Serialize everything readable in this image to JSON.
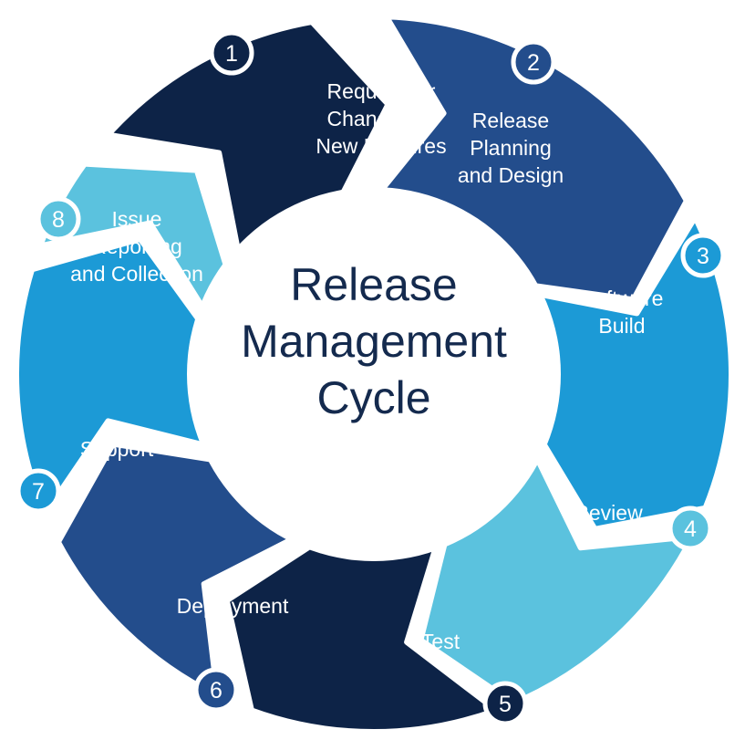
{
  "center": {
    "lines": [
      "Release",
      "Management",
      "Cycle"
    ]
  },
  "steps": [
    {
      "number": "1",
      "lines": [
        "Request for",
        "Changes or",
        "New Features"
      ],
      "color": "#0d2347"
    },
    {
      "number": "2",
      "lines": [
        "Release",
        "Planning",
        "and Design"
      ],
      "color": "#234d8c"
    },
    {
      "number": "3",
      "lines": [
        "Software",
        "Build"
      ],
      "color": "#1c9ad6"
    },
    {
      "number": "4",
      "lines": [
        "Review"
      ],
      "color": "#5bc2de"
    },
    {
      "number": "5",
      "lines": [
        "Test"
      ],
      "color": "#0d2347"
    },
    {
      "number": "6",
      "lines": [
        "Deployment"
      ],
      "color": "#234d8c"
    },
    {
      "number": "7",
      "lines": [
        "Support"
      ],
      "color": "#1c9ad6"
    },
    {
      "number": "8",
      "lines": [
        "Issue",
        "Reporting",
        "and Collection"
      ],
      "color": "#5bc2de"
    }
  ],
  "colors": {
    "center_text": "#142a4e",
    "center_fill": "#ffffff",
    "badge_ring": "#ffffff",
    "label_text": "#ffffff"
  }
}
